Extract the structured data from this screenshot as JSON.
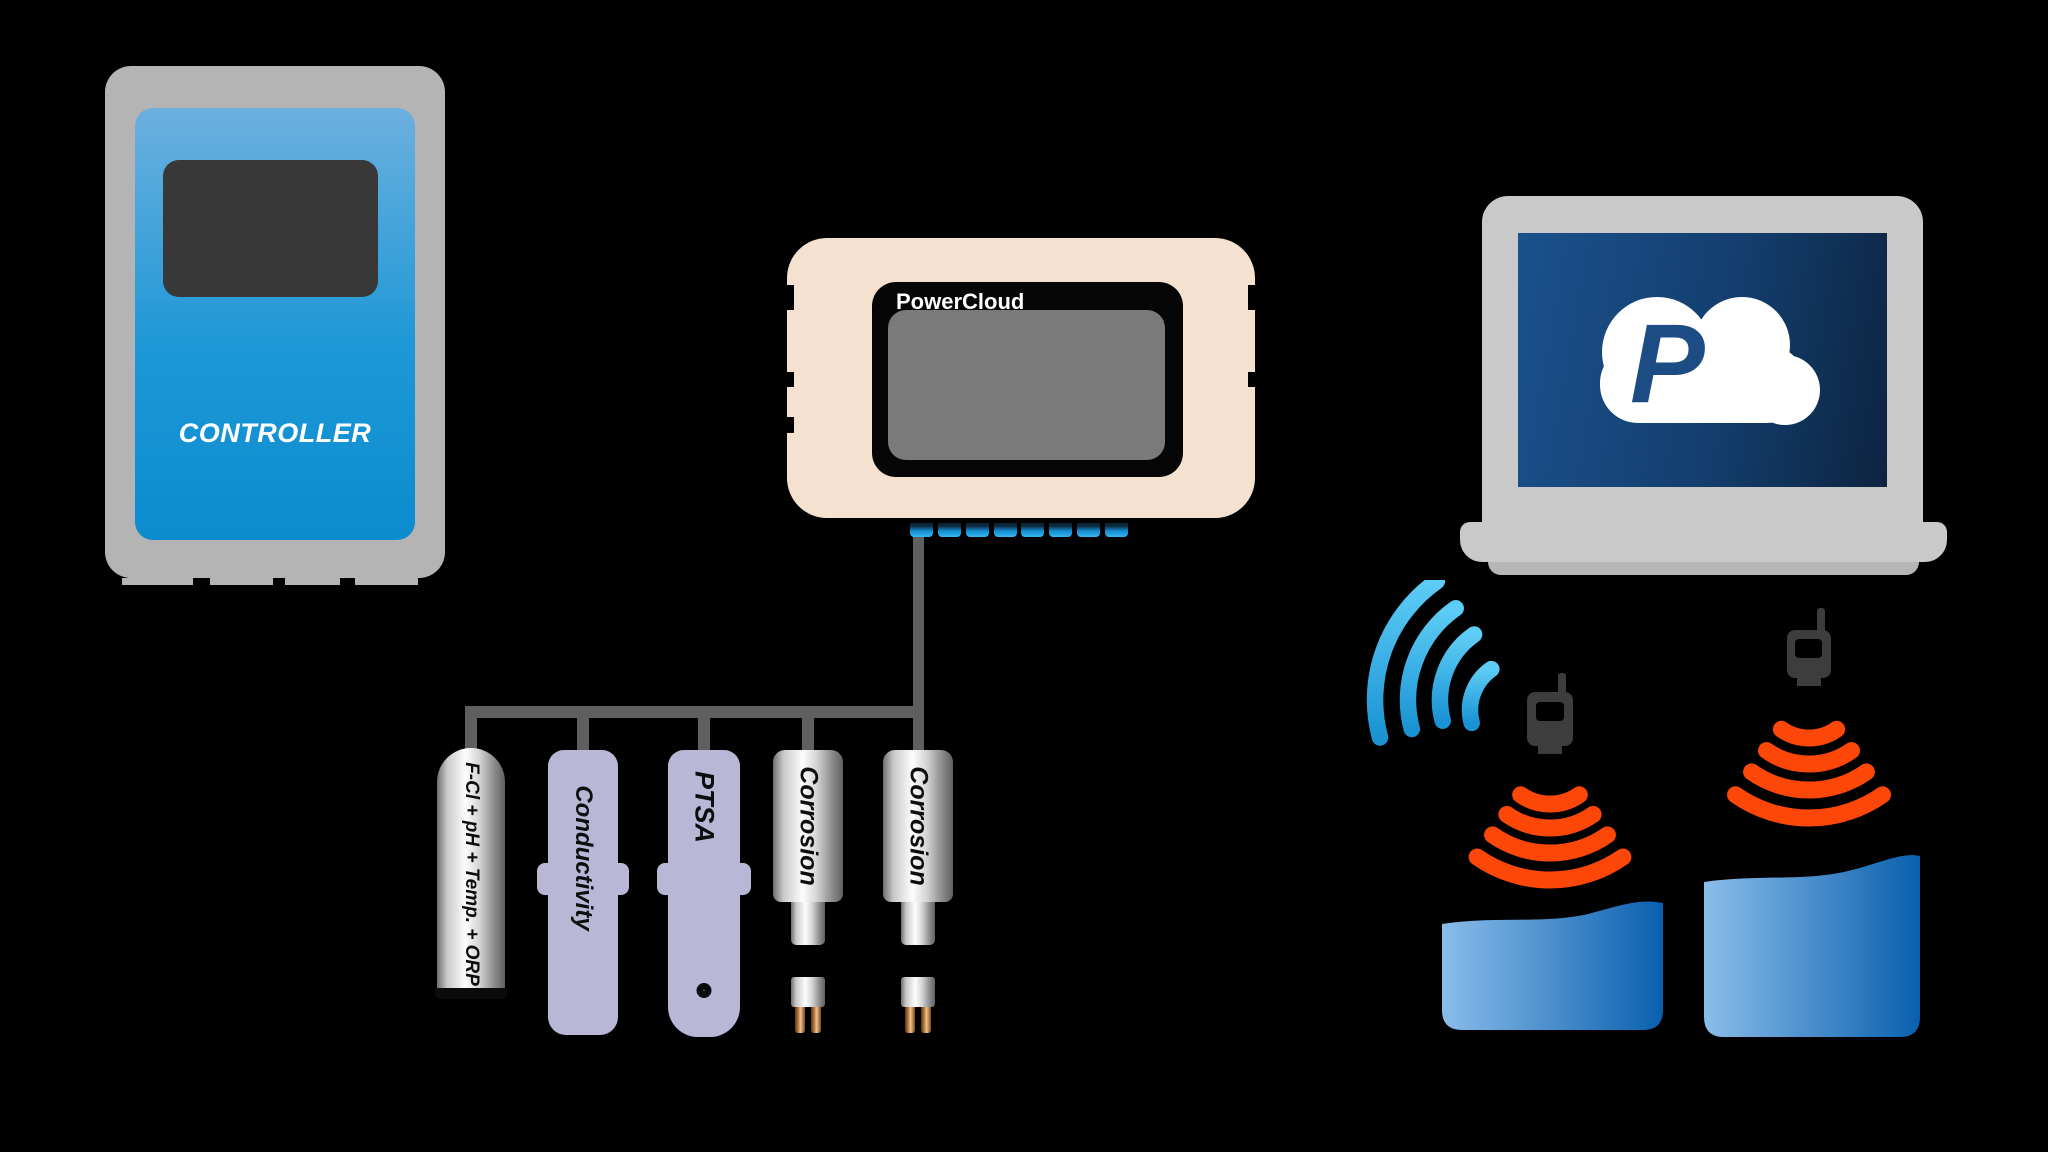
{
  "controller": {
    "label": "CONTROLLER"
  },
  "gateway": {
    "label": "PowerCloud",
    "connector_count": 8
  },
  "sensors": [
    {
      "label": "F-Cl + pH + Temp. + ORP",
      "style": "metallic-cylinder"
    },
    {
      "label": "Conductivity",
      "style": "lavender-probe"
    },
    {
      "label": "PTSA",
      "style": "lavender-probe-with-eye"
    },
    {
      "label": "Corrosion",
      "style": "metallic-probe-two-pins"
    },
    {
      "label": "Corrosion",
      "style": "metallic-probe-two-pins"
    }
  ],
  "laptop": {
    "logo_letter": "P"
  },
  "icons": {
    "wifi_signal": "four blue concentric arcs",
    "ultrasonic_waves": "four orange concentric arcs radiating downward",
    "level_transmitter": "dark device with antenna over each tank",
    "cloud_logo": "white cloud holding blue letter P"
  },
  "colors": {
    "background": "#000000",
    "frame_gray": "#b4b4b4",
    "controller_blue_top": "#6cb0df",
    "controller_blue_bottom": "#0a8ccf",
    "gateway_beige": "#f5e1cf",
    "connector_blue": "#35b9f2",
    "cable_gray": "#5f5f5f",
    "sensor_lavender": "#b8b8d6",
    "signal_orange": "#fc4708",
    "wifi_blue_light": "#5ecdf6",
    "wifi_blue_dark": "#1a93d4",
    "tank_blue_light": "#8abdea",
    "tank_blue_dark": "#0a5fae",
    "laptop_gray": "#c9c9c9",
    "screen_navy_left": "#1b518c",
    "screen_navy_right": "#0d2440",
    "logo_navy": "#1c4c84",
    "device_gray": "#3d3d3d"
  }
}
